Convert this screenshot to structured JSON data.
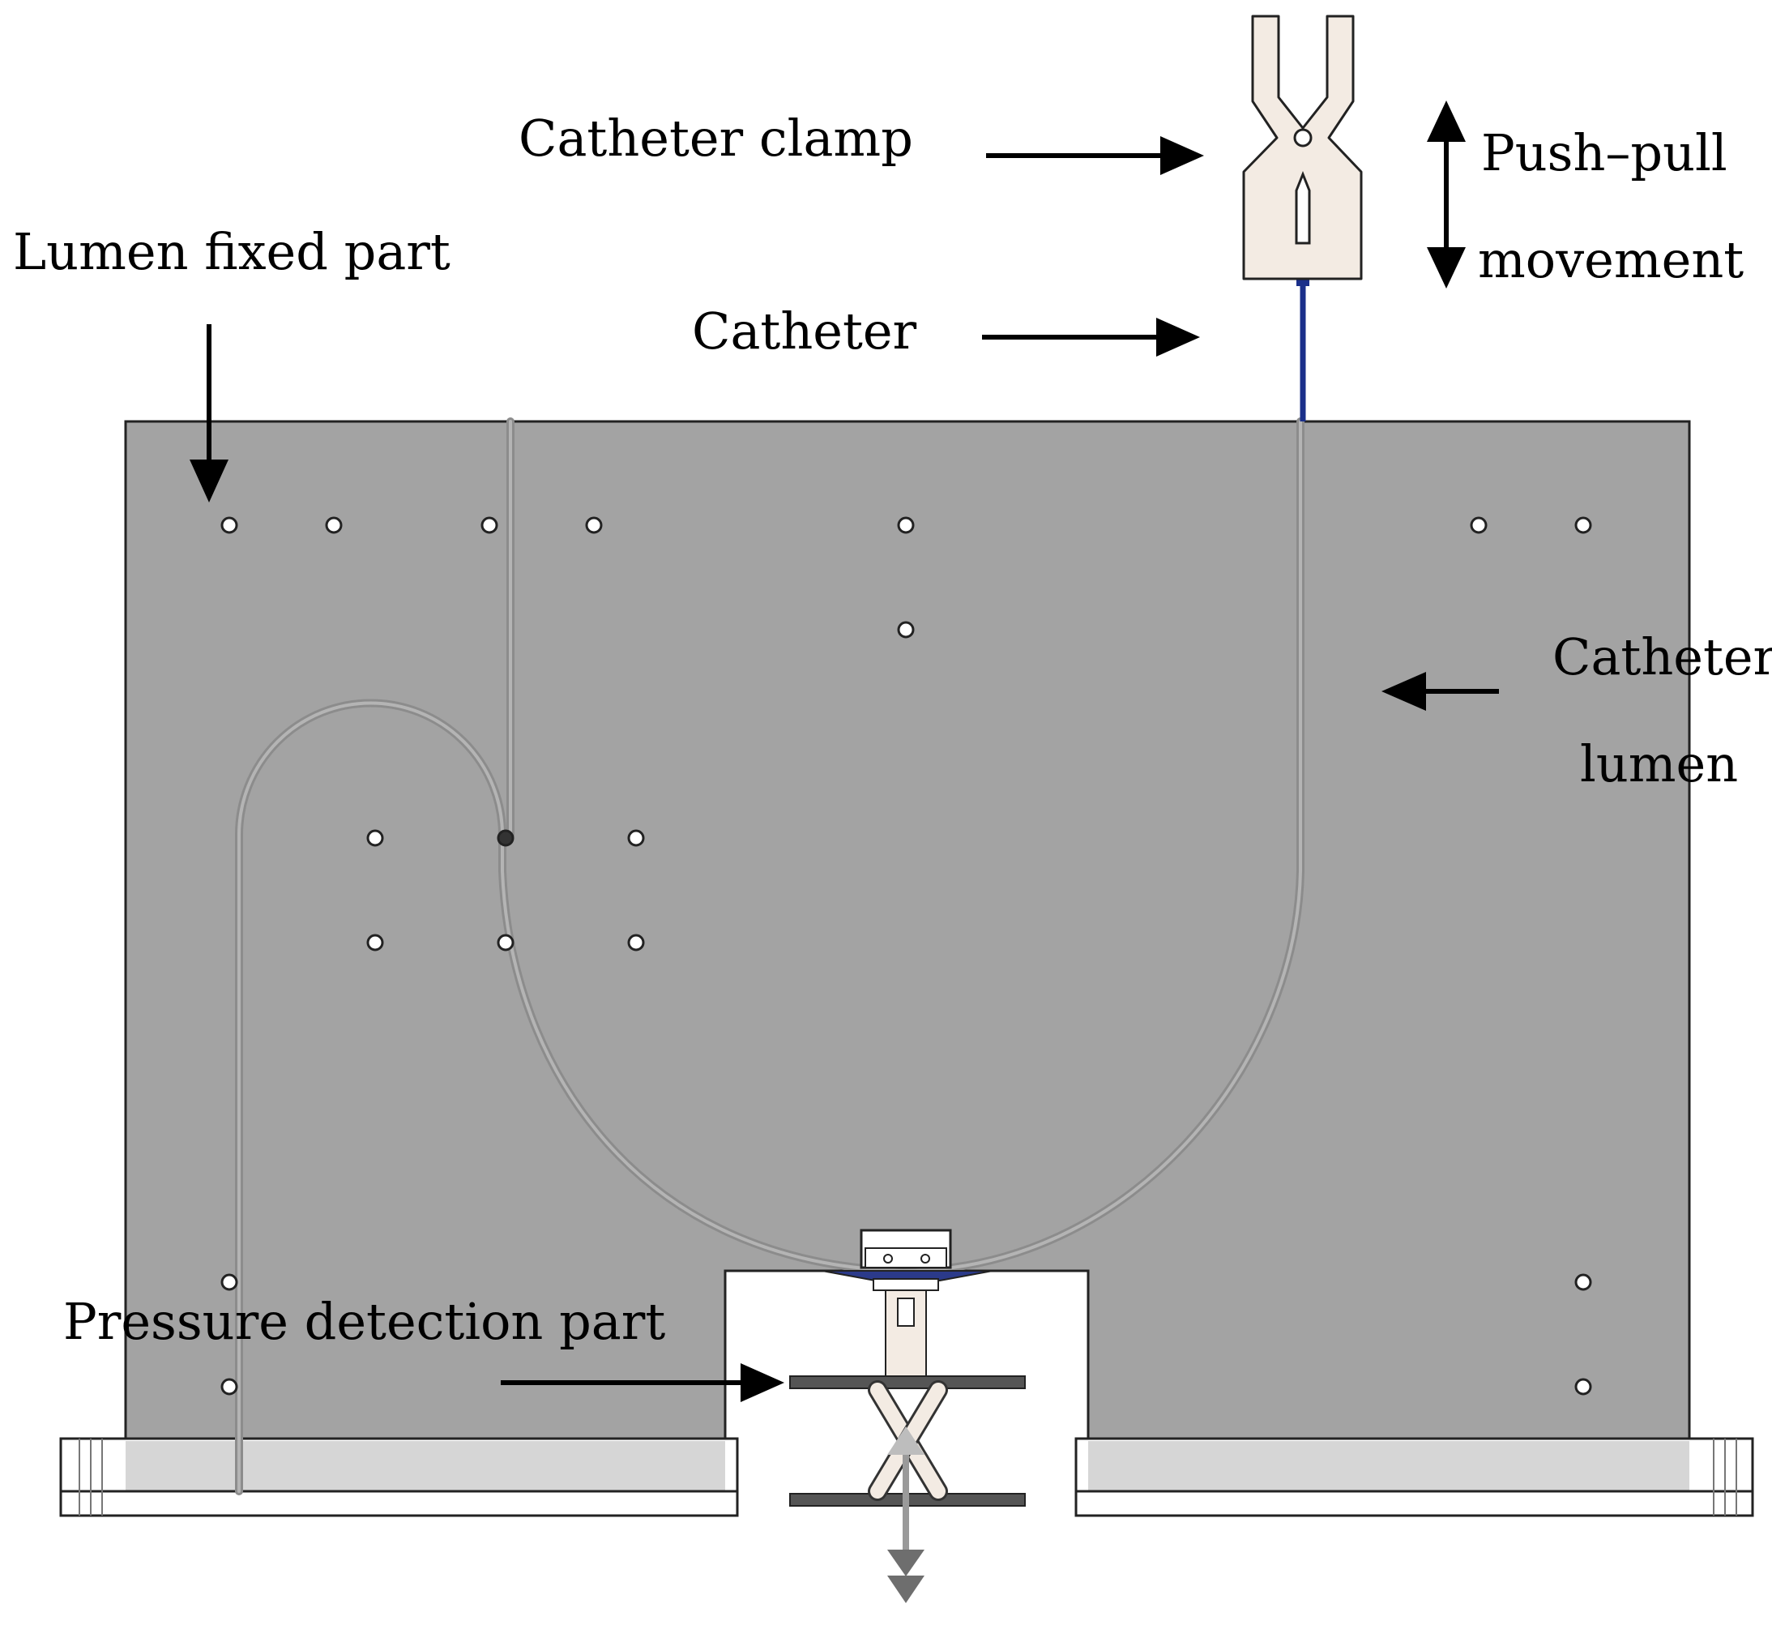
{
  "labels": {
    "catheter_clamp": "Catheter clamp",
    "push_pull_line1": "Push–pull",
    "push_pull_line2": "movement",
    "lumen_fixed_part": "Lumen fixed part",
    "catheter": "Catheter",
    "catheter_lumen_line1": "Catheter",
    "catheter_lumen_line2": "lumen",
    "pressure_detection_part": "Pressure detection part"
  },
  "colors": {
    "board": "#a3a3a3",
    "base": "#d6d6d6",
    "clamp_fill": "#f3ebe3",
    "catheter": "#1a2f8a",
    "plate": "#555555",
    "arrow": "#000000"
  }
}
